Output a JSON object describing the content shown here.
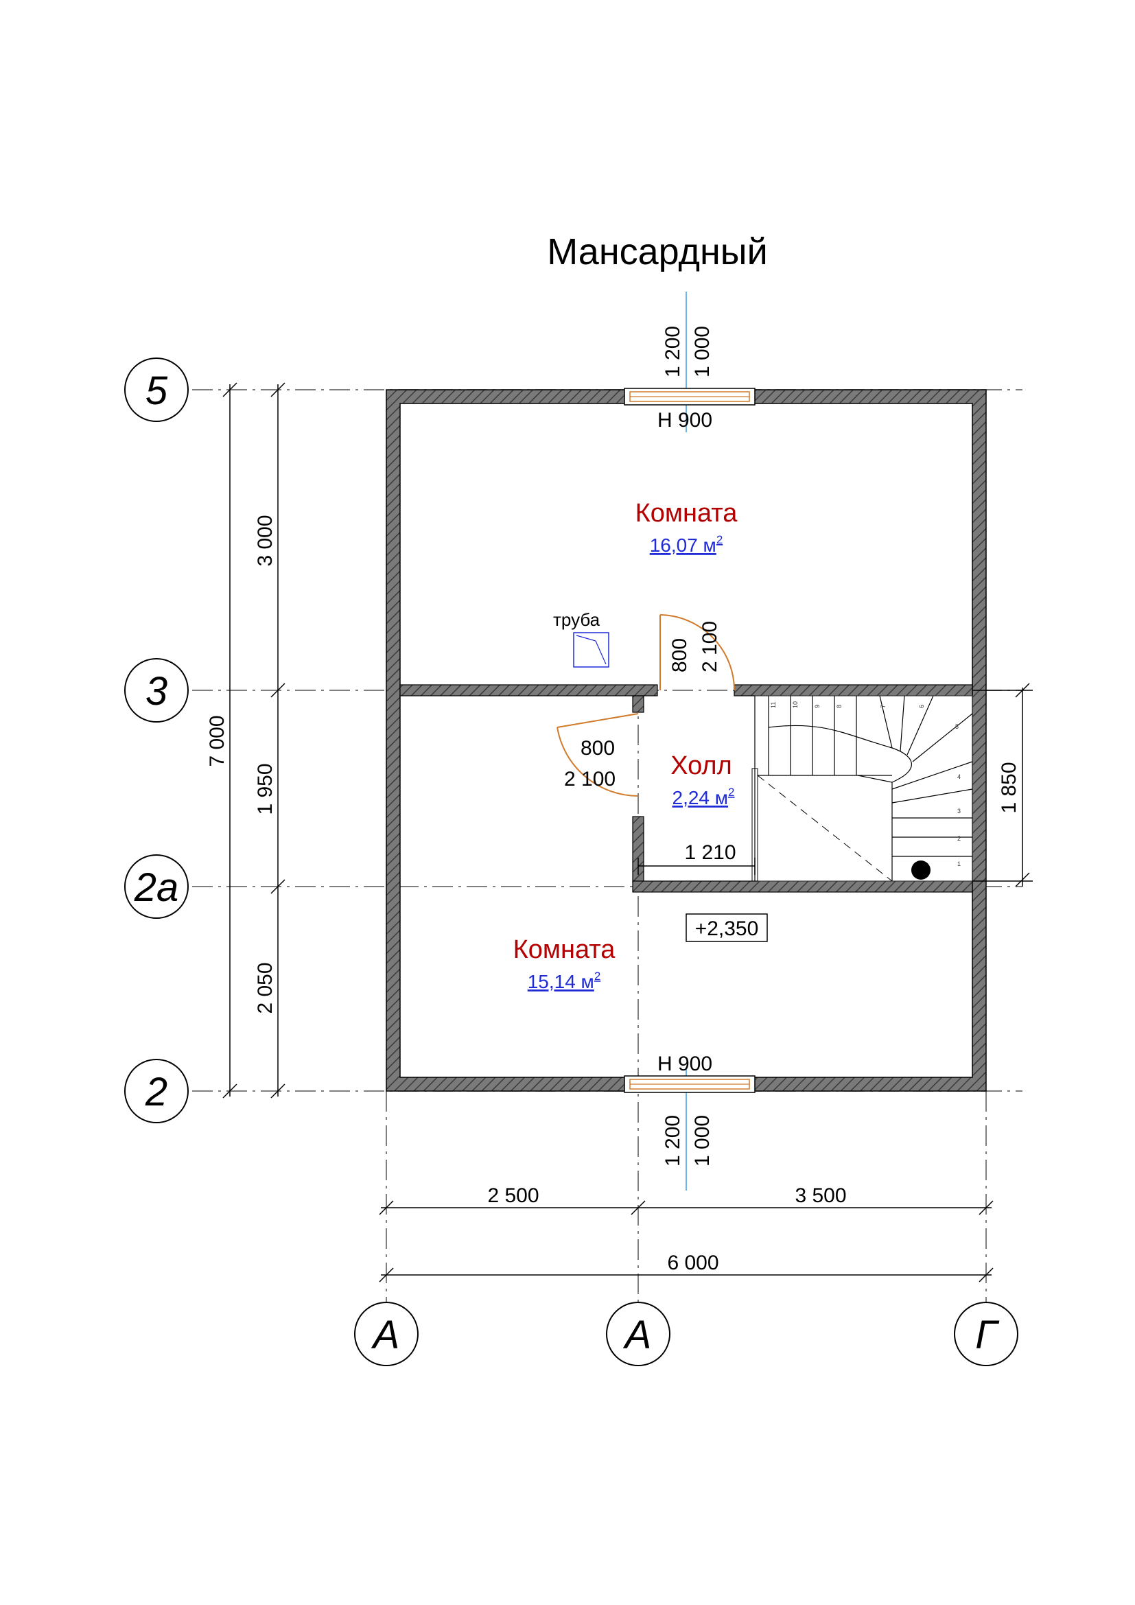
{
  "title": "Мансардный",
  "axes": {
    "rows": [
      "5",
      "3",
      "2а",
      "2"
    ],
    "columns": [
      "А",
      "А",
      "Г"
    ]
  },
  "rooms": [
    {
      "name": "Комната",
      "area": "16,07 м",
      "area_sup": "2"
    },
    {
      "name": "Холл",
      "area": "2,24 м",
      "area_sup": "2"
    },
    {
      "name": "Комната",
      "area": "15,14 м",
      "area_sup": "2"
    }
  ],
  "level_mark": "+2,350",
  "pipe_label": "труба",
  "windows": {
    "top": {
      "sill": "Н  900",
      "width": "1 200",
      "height": "1 000"
    },
    "bottom": {
      "sill": "Н  900",
      "width": "1 200",
      "height": "1 000"
    }
  },
  "doors": {
    "top": {
      "width": "800",
      "height": "2 100"
    },
    "left": {
      "width": "800",
      "height": "2 100"
    }
  },
  "dimensions": {
    "left_outer": "7 000",
    "left_inner": [
      "3 000",
      "1 950",
      "2 050"
    ],
    "right_stair": "1 850",
    "hall_width": "1 210",
    "bottom_chain": [
      "2 500",
      "3 500"
    ],
    "bottom_total": "6 000"
  },
  "stair_steps": [
    "11",
    "10",
    "9",
    "8",
    "7",
    "6",
    "5",
    "4",
    "3",
    "2",
    "1"
  ]
}
